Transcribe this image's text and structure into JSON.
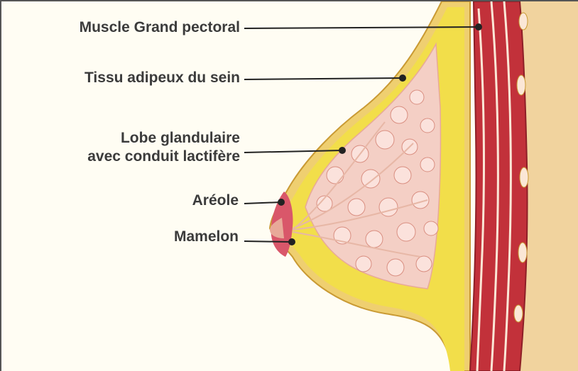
{
  "diagram": {
    "labels": {
      "muscle": "Muscle Grand pectoral",
      "adipose": "Tissu adipeux du sein",
      "lobe_line1": "Lobe glandulaire",
      "lobe_line2": "avec conduit lactifère",
      "areola": "Aréole",
      "nipple": "Mamelon"
    },
    "colors": {
      "background": "#fffdf3",
      "skin": "#f1d39e",
      "fat": "#f2de4a",
      "lobules": "#f4cfc5",
      "muscle": "#c2313a",
      "muscle_stripe": "#fbe7d6",
      "nipple": "#d9576a",
      "leader_line": "#222222"
    }
  }
}
